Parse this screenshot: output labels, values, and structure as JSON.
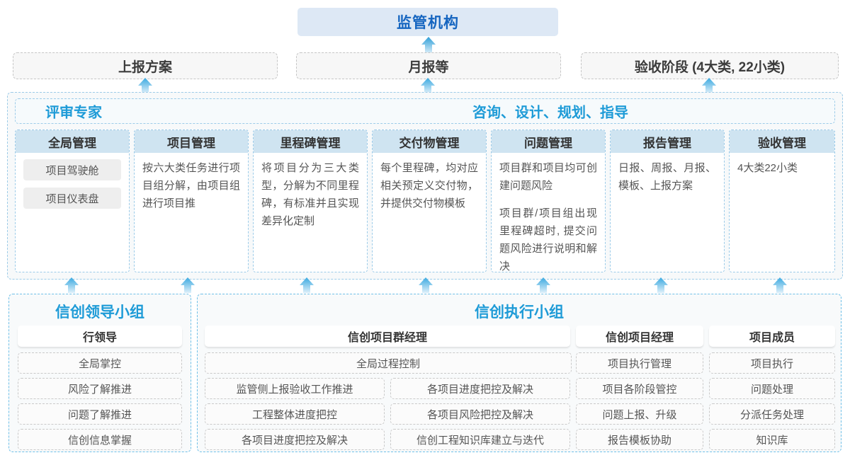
{
  "colors": {
    "accent_blue": "#1e9bd7",
    "title_blue": "#1565c0",
    "card_head": "#cfe4f1",
    "regulator_bg": "#dde8f5",
    "arrow": "#3aa9e0"
  },
  "top": {
    "regulator_label": "监管机构",
    "reports": [
      {
        "label": "上报方案"
      },
      {
        "label": "月报等"
      },
      {
        "label": "验收阶段 (4大类, 22小类)"
      }
    ]
  },
  "middle": {
    "role_left": "评审专家",
    "role_right": "咨询、设计、规划、指导",
    "cards": [
      {
        "title": "全局管理",
        "chips": [
          "项目驾驶舱",
          "项目仪表盘"
        ],
        "paragraphs": []
      },
      {
        "title": "项目管理",
        "chips": [],
        "paragraphs": [
          "按六大类任务进行项目组分解，由项目组进行项目推"
        ]
      },
      {
        "title": "里程碑管理",
        "chips": [],
        "paragraphs": [
          "将项目分为三大类型，分解为不同里程碑，有标准并且实现差异化定制"
        ]
      },
      {
        "title": "交付物管理",
        "chips": [],
        "paragraphs": [
          "每个里程碑，均对应相关预定义交付物，并提供交付物模板"
        ]
      },
      {
        "title": "问题管理",
        "chips": [],
        "paragraphs": [
          "项目群和项目均可创建问题风险",
          "项目群/项目组出现里程碑超时, 提交问题风险进行说明和解决"
        ]
      },
      {
        "title": "报告管理",
        "chips": [],
        "paragraphs": [
          "日报、周报、月报、模板、上报方案"
        ]
      },
      {
        "title": "验收管理",
        "chips": [],
        "paragraphs": [
          "4大类22小类"
        ]
      }
    ]
  },
  "bottom": {
    "lead_group": {
      "title": "信创领导小组",
      "head": "行领导",
      "items": [
        "全局掌控",
        "风险了解推进",
        "问题了解推进",
        "信创信息掌握"
      ]
    },
    "exec_group": {
      "title": "信创执行小组",
      "columns": [
        {
          "head": "信创项目群经理",
          "full_item": "全局过程控制",
          "left_items": [
            "监管侧上报验收工作推进",
            "工程整体进度把控",
            "各项目进度把控及解决"
          ],
          "right_items": [
            "各项目进度把控及解决",
            "各项目风险把控及解决",
            "信创工程知识库建立与迭代"
          ]
        },
        {
          "head": "信创项目经理",
          "items": [
            "项目执行管理",
            "项目各阶段管控",
            "问题上报、升级",
            "报告模板协助"
          ]
        },
        {
          "head": "项目成员",
          "items": [
            "项目执行",
            "问题处理",
            "分派任务处理",
            "知识库"
          ]
        }
      ]
    }
  },
  "arrows": {
    "top_row_x": [
      205,
      604,
      1000
    ],
    "mid_row_x": [
      100,
      264,
      432,
      600,
      766,
      932,
      1100
    ]
  }
}
